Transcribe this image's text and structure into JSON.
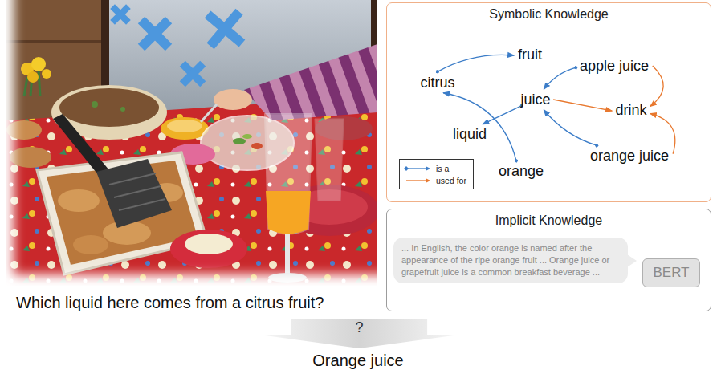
{
  "diagram": {
    "nodes": [
      {
        "text": [
          "Symbolic Knowledge"
        ]
      },
      {
        "text": [
          "fruit"
        ],
        "in": 0
      },
      {
        "text": [
          "apple juice"
        ],
        "in": 0
      },
      {
        "text": [
          "citrus"
        ],
        "in": 0
      },
      {
        "text": [
          "juice"
        ],
        "in": 0
      },
      {
        "text": [
          "drink"
        ],
        "in": 0
      },
      {
        "text": [
          "liquid"
        ],
        "in": 0
      },
      {
        "text": [
          "orange juice"
        ],
        "in": 0
      },
      {
        "text": [
          "orange"
        ],
        "in": 0
      },
      {
        "text": [
          "Implicit Knowledge"
        ]
      },
      {
        "text": [
          "... In English, the color orange is named after the appearance of the ripe orange fruit ... Orange juice or grapefruit juice is a common breakfast beverage ..."
        ],
        "in": 9
      },
      {
        "text": [
          "BERT"
        ],
        "in": 9
      },
      {
        "text": [
          "?"
        ]
      }
    ],
    "edges": [
      {
        "from": 3,
        "to": 1,
        "arrow": "to"
      },
      {
        "from": 2,
        "to": 4,
        "arrow": "to"
      },
      {
        "from": 4,
        "to": 6,
        "arrow": "to"
      },
      {
        "from": 8,
        "to": 3,
        "arrow": "to"
      },
      {
        "from": 7,
        "to": 4,
        "arrow": "to"
      },
      {
        "from": 4,
        "to": 5,
        "arrow": "to"
      },
      {
        "from": 2,
        "to": 5,
        "arrow": "to"
      },
      {
        "from": 7,
        "to": 5,
        "arrow": "to"
      }
    ],
    "labels": [
      "Which liquid here comes from a citrus fruit?",
      "Orange juice"
    ],
    "legend": [
      {
        "text": "is a"
      },
      {
        "text": "used for"
      }
    ]
  }
}
